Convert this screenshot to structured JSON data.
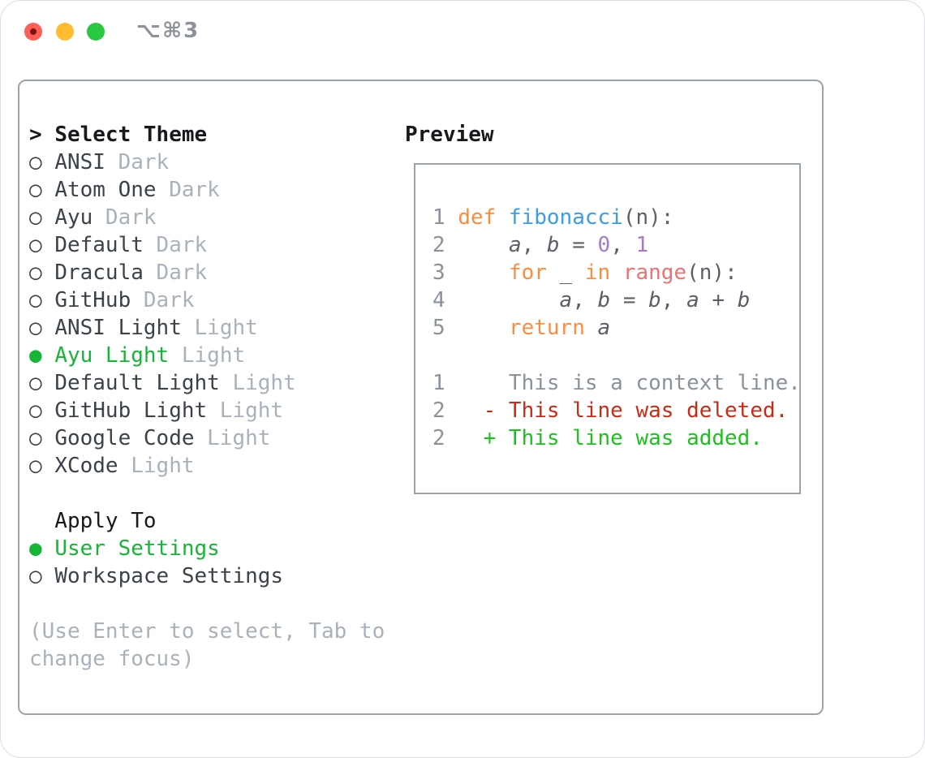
{
  "window": {
    "title": "⌥⌘3",
    "traffic_lights": [
      "close",
      "minimize",
      "zoom"
    ]
  },
  "icons": {
    "prompt": ">",
    "radio_unselected": "○",
    "radio_selected": "●"
  },
  "theme_panel": {
    "header": "Select Theme",
    "items": [
      {
        "name": "ANSI",
        "variant": "Dark",
        "selected": false
      },
      {
        "name": "Atom One",
        "variant": "Dark",
        "selected": false
      },
      {
        "name": "Ayu",
        "variant": "Dark",
        "selected": false
      },
      {
        "name": "Default",
        "variant": "Dark",
        "selected": false
      },
      {
        "name": "Dracula",
        "variant": "Dark",
        "selected": false
      },
      {
        "name": "GitHub",
        "variant": "Dark",
        "selected": false
      },
      {
        "name": "ANSI Light",
        "variant": "Light",
        "selected": false
      },
      {
        "name": "Ayu Light",
        "variant": "Light",
        "selected": true
      },
      {
        "name": "Default Light",
        "variant": "Light",
        "selected": false
      },
      {
        "name": "GitHub Light",
        "variant": "Light",
        "selected": false
      },
      {
        "name": "Google Code",
        "variant": "Light",
        "selected": false
      },
      {
        "name": "XCode",
        "variant": "Light",
        "selected": false
      }
    ],
    "apply_to": {
      "label": "Apply To",
      "options": [
        {
          "name": "User Settings",
          "selected": true
        },
        {
          "name": "Workspace Settings",
          "selected": false
        }
      ]
    },
    "hint_lines": [
      "(Use Enter to select, Tab to",
      "change focus)"
    ]
  },
  "preview": {
    "label": "Preview",
    "code_lines": [
      [
        {
          "t": "1 ",
          "s": "gut"
        },
        {
          "t": "def",
          "s": "kw"
        },
        {
          "t": " ",
          "s": "code"
        },
        {
          "t": "fibonacci",
          "s": "fn"
        },
        {
          "t": "(n):",
          "s": "code"
        }
      ],
      [
        {
          "t": "2 ",
          "s": "gut"
        },
        {
          "t": "    ",
          "s": "code"
        },
        {
          "t": "a",
          "s": "var"
        },
        {
          "t": ", ",
          "s": "code"
        },
        {
          "t": "b",
          "s": "var"
        },
        {
          "t": " = ",
          "s": "code"
        },
        {
          "t": "0",
          "s": "num"
        },
        {
          "t": ", ",
          "s": "code"
        },
        {
          "t": "1",
          "s": "num"
        }
      ],
      [
        {
          "t": "3 ",
          "s": "gut"
        },
        {
          "t": "    ",
          "s": "code"
        },
        {
          "t": "for",
          "s": "kw"
        },
        {
          "t": " _ ",
          "s": "code"
        },
        {
          "t": "in",
          "s": "kw"
        },
        {
          "t": " ",
          "s": "code"
        },
        {
          "t": "range",
          "s": "bi"
        },
        {
          "t": "(n):",
          "s": "code"
        }
      ],
      [
        {
          "t": "4 ",
          "s": "gut"
        },
        {
          "t": "        ",
          "s": "code"
        },
        {
          "t": "a",
          "s": "var"
        },
        {
          "t": ", ",
          "s": "code"
        },
        {
          "t": "b",
          "s": "var"
        },
        {
          "t": " = ",
          "s": "code"
        },
        {
          "t": "b",
          "s": "var"
        },
        {
          "t": ", ",
          "s": "code"
        },
        {
          "t": "a",
          "s": "var"
        },
        {
          "t": " + ",
          "s": "code"
        },
        {
          "t": "b",
          "s": "var"
        }
      ],
      [
        {
          "t": "5 ",
          "s": "gut"
        },
        {
          "t": "    ",
          "s": "code"
        },
        {
          "t": "return",
          "s": "kw"
        },
        {
          "t": " ",
          "s": "code"
        },
        {
          "t": "a",
          "s": "var"
        }
      ]
    ],
    "diff_lines": [
      [
        {
          "t": "1 ",
          "s": "gut"
        },
        {
          "t": "    This is a context line.",
          "s": "ctx"
        }
      ],
      [
        {
          "t": "2 ",
          "s": "gut"
        },
        {
          "t": "  - This line was deleted.",
          "s": "del"
        }
      ],
      [
        {
          "t": "2 ",
          "s": "gut"
        },
        {
          "t": "  + This line was added.",
          "s": "add"
        }
      ]
    ]
  },
  "colors": {
    "black": "#17191d",
    "text": "#3b4249",
    "muted": "#a9b1bb",
    "green": "#17b438",
    "gutter": "#8a929b",
    "code": "#5b6066",
    "keyword": "#fa8d3e",
    "function": "#399ee6",
    "builtin": "#f07171",
    "number": "#a37acc",
    "context": "#8a929b",
    "deleted": "#cb2b14",
    "added": "#1cc21c",
    "border": "#9aa3ad",
    "titlebar_text": "#8d9298",
    "traffic_red": "#ff5f57",
    "traffic_yellow": "#febc2e",
    "traffic_green": "#28c840"
  }
}
